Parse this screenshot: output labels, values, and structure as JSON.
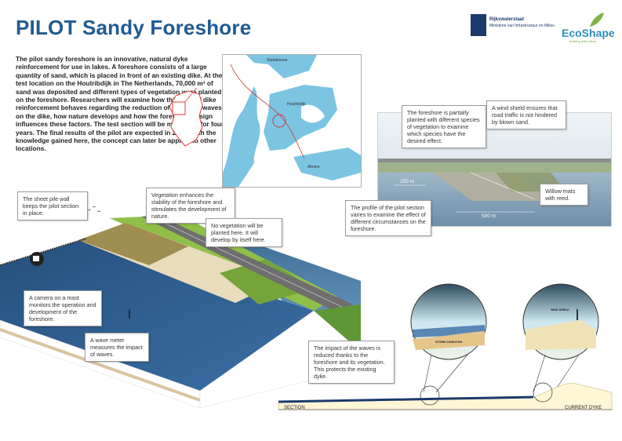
{
  "title": "PILOT Sandy Foreshore",
  "intro": "The pilot sandy foreshore is an innovative, natural dyke reinforcement for use in lakes. A foreshore consists of a large quantity of sand, which is placed in front of an existing dike. At the test location on the Houtribdijk in The Netherlands, 70,000 m³ of sand was deposited and different types of vegetation were planted on the foreshore. Researchers will examine how this type of dike reinforcement behaves regarding the reduction of impact of waves on the dike, how nature develops and how the foreshore design influences these factors. The test section will be monitored for four years. The final results of the pilot are expected in 2018. With the knowledge gained here, the concept can later be applied to other locations.",
  "logos": {
    "rws_line1": "Rijkswaterstaat",
    "rws_line2": "Ministerie van Infrastructuur en Milieu",
    "ecoshape": "EcoShape",
    "ecoshape_sub": "building with nature"
  },
  "map": {
    "label_north": "Waddenzee",
    "label_mid": "Houtribdijk",
    "label_south": "Almere"
  },
  "callouts": {
    "sheet_pile": "The sheet pile wall keeps the pilot section in place.",
    "vegetation": "Vegetation enhances the stability of the foreshore and stimulates the development of nature.",
    "no_vegetation": "No vegetation will be planted here. It will develop by itself here.",
    "camera": "A camera on a mast monitors the operation and development of the foreshore.",
    "wave_meter": "A wave meter measures the impact of waves.",
    "partially_planted": "The foreshore is partially planted with different species of vegetation to examine which species have the desired effect.",
    "wind_shield": "A wind shield ensures that road traffic is not hindered by blown sand.",
    "profile": "The profile of the pilot section varies to examine the effect of different circumstances on the foreshore.",
    "willow": "Willow mats with reed.",
    "impact": "The impact of the waves is reduced thanks to the foreshore and its vegetation. This protects the existing dyke."
  },
  "dimensions": {
    "d150": "150 m",
    "d500": "500 m"
  },
  "section": {
    "left": "SECTION",
    "right": "CURRENT DYKE",
    "storm": "STORM CONDITION",
    "windshield": "WIND SHIELD"
  }
}
